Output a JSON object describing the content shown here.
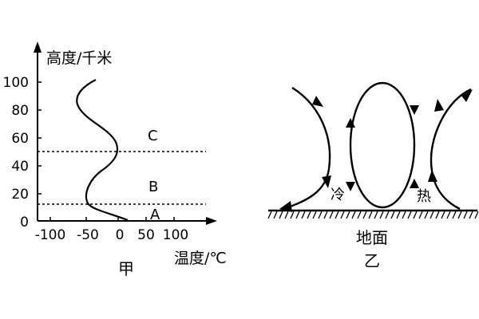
{
  "figure_a": {
    "caption": "甲",
    "y_axis_label": "高度/千米",
    "x_axis_label": "温度/℃",
    "y_ticks": [
      "0",
      "20",
      "40",
      "60",
      "80",
      "100"
    ],
    "x_ticks": [
      "-100",
      "-50",
      "0",
      "50",
      "100"
    ],
    "layers": {
      "c": "C",
      "b": "B",
      "a": "A"
    },
    "boundaries_km": [
      12,
      50
    ]
  },
  "figure_b": {
    "caption": "乙",
    "ground_label": "地面",
    "cold_label": "冷",
    "hot_label": "热"
  }
}
